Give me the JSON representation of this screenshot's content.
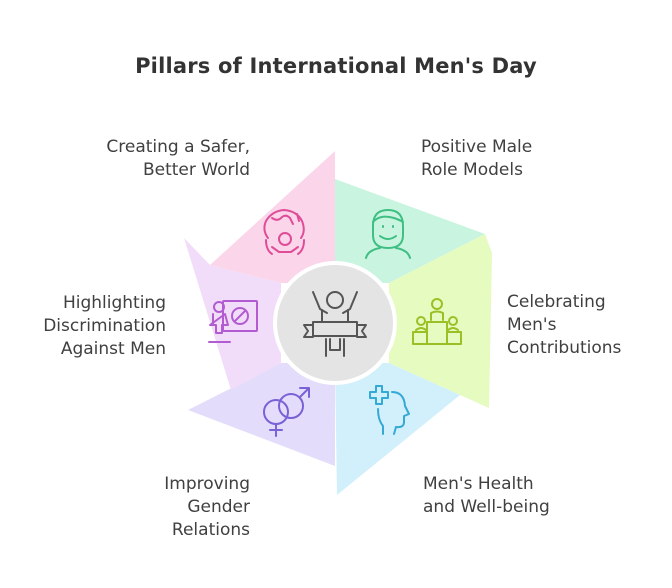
{
  "title": "Pillars of International Men's Day",
  "segments": [
    {
      "lines": [
        "Positive Male",
        "Role Models"
      ],
      "color": "#c9f5e0",
      "icon": "man-face-icon"
    },
    {
      "lines": [
        "Celebrating",
        "Men's",
        "Contributions"
      ],
      "color": "#e6fbc0",
      "icon": "podium-icon"
    },
    {
      "lines": [
        "Men's Health",
        "and Well-being"
      ],
      "color": "#d1f0fb",
      "icon": "health-head-icon"
    },
    {
      "lines": [
        "Improving",
        "Gender",
        "Relations"
      ],
      "color": "#e3ddfb",
      "icon": "gender-symbols-icon"
    },
    {
      "lines": [
        "Highlighting",
        "Discrimination",
        "Against Men"
      ],
      "color": "#f1dcf9",
      "icon": "presentation-icon"
    },
    {
      "lines": [
        "Creating a Safer,",
        "Better World"
      ],
      "color": "#fbd6ea",
      "icon": "globe-person-icon"
    }
  ],
  "center": {
    "icon": "celebrating-man-icon"
  }
}
